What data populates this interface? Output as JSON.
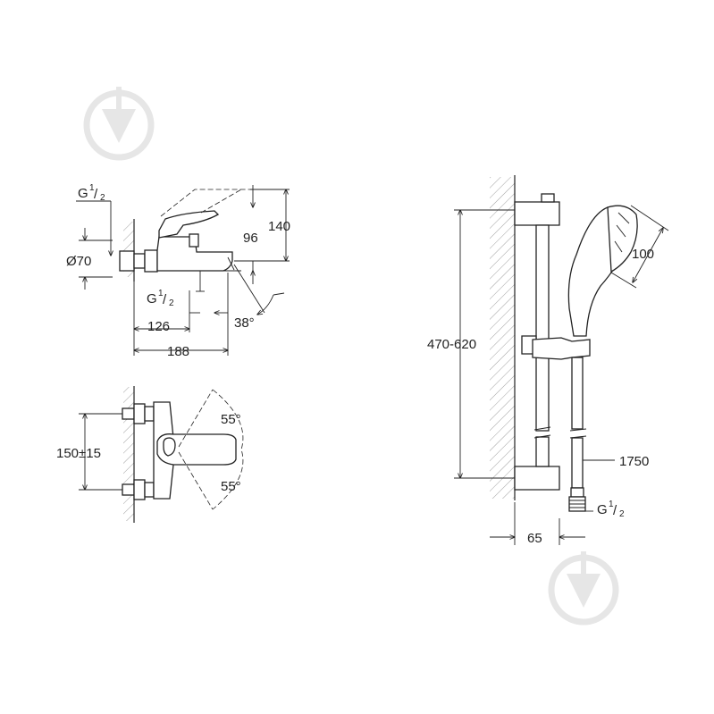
{
  "colors": {
    "line": "#222222",
    "watermark": "#e6e6e6",
    "hatch": "#777777"
  },
  "watermarks": {
    "icon": "download-arrow-circle-icon",
    "count": 2
  },
  "mixer_side": {
    "thread_label": "G",
    "thread_sup": "1",
    "thread_sub": "2",
    "dia": "Ø70",
    "dim_140": "140",
    "dim_96": "96",
    "dim_126": "126",
    "dim_188": "188",
    "angle": "38°",
    "outlet_thread_label": "G",
    "outlet_thread_sup": "1",
    "outlet_thread_sub": "2"
  },
  "mixer_front": {
    "centers": "150±15",
    "angle_top": "55°",
    "angle_bottom": "55°"
  },
  "shower_set": {
    "rail_range": "470-620",
    "head_dia": "100",
    "hose_length": "1750",
    "thread_label": "G",
    "thread_sup": "1",
    "thread_sub": "2",
    "offset": "65"
  }
}
